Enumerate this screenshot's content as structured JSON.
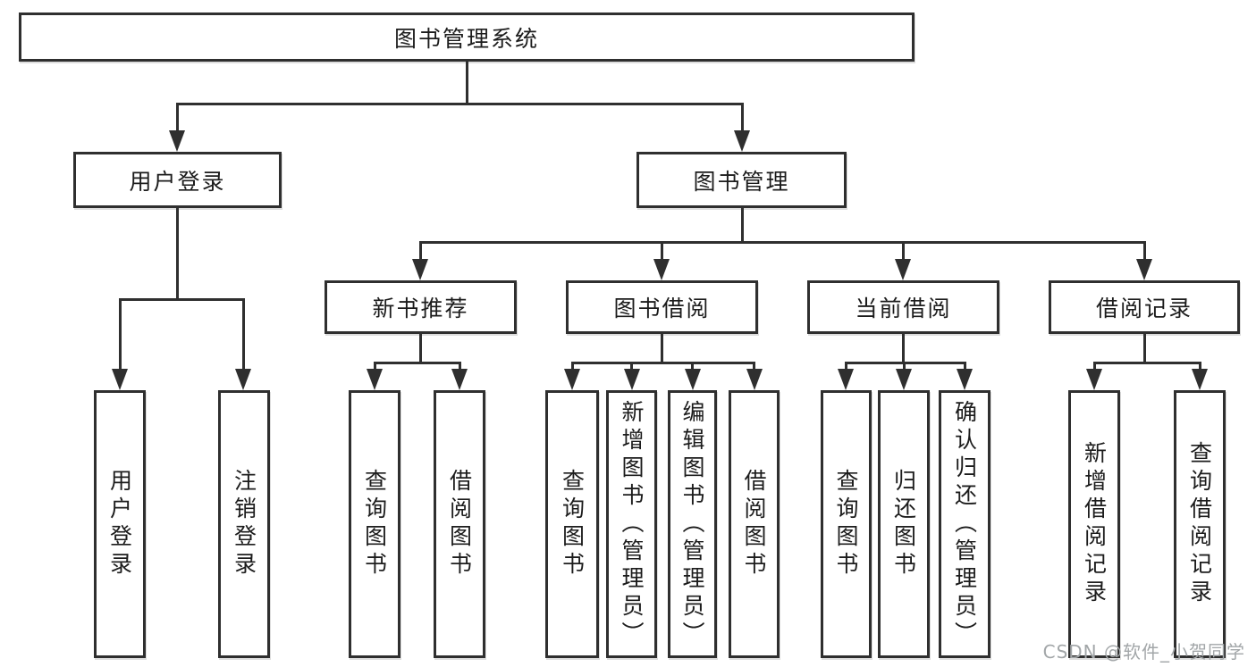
{
  "nodes": {
    "root": "图书管理系统",
    "level2": {
      "user_login": "用户登录",
      "book_management": "图书管理"
    },
    "level3": {
      "new_book_recommend": "新书推荐",
      "book_borrow": "图书借阅",
      "current_borrow": "当前借阅",
      "borrow_records": "借阅记录"
    },
    "level4": {
      "user_login_children": [
        "用户登录",
        "注销登录"
      ],
      "new_book_recommend_children": [
        "查询图书",
        "借阅图书"
      ],
      "book_borrow_children": [
        "查询图书",
        "新增图书（管理员）",
        "编辑图书（管理员）",
        "借阅图书"
      ],
      "current_borrow_children": [
        "查询图书",
        "归还图书",
        "确认归还（管理员）"
      ],
      "borrow_records_children": [
        "新增借阅记录",
        "查询借阅记录"
      ]
    }
  },
  "watermark": "CSDN @软件_小贺同学",
  "colors": {
    "line": "#2f2f2f",
    "text": "#1c1c1c",
    "watermark": "#a2a6a8",
    "background": "#ffffff"
  }
}
